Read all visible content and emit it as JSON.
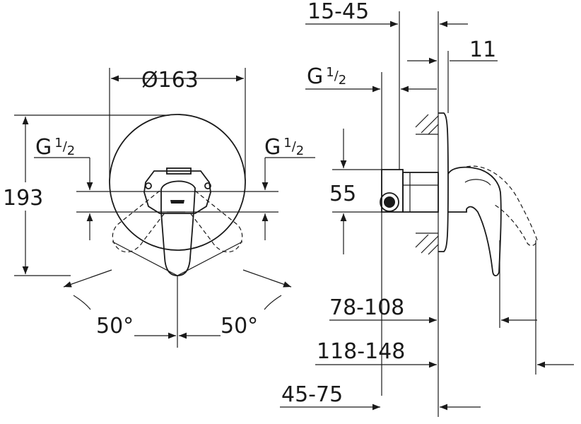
{
  "front_view": {
    "diameter_label": "Ø163",
    "height_label": "193",
    "thread_left": {
      "base": "G",
      "sup": "1",
      "slash": "/",
      "sub": "2"
    },
    "thread_right": {
      "base": "G",
      "sup": "1",
      "slash": "/",
      "sub": "2"
    },
    "angle_left": "50°",
    "angle_right": "50°"
  },
  "side_view": {
    "dim_top": "15-45",
    "dim_11": "11",
    "thread": {
      "base": "G",
      "sup": "1",
      "slash": "/",
      "sub": "2"
    },
    "dim_55": "55",
    "dim_78_108": "78-108",
    "dim_118_148": "118-148",
    "dim_45_75": "45-75"
  }
}
